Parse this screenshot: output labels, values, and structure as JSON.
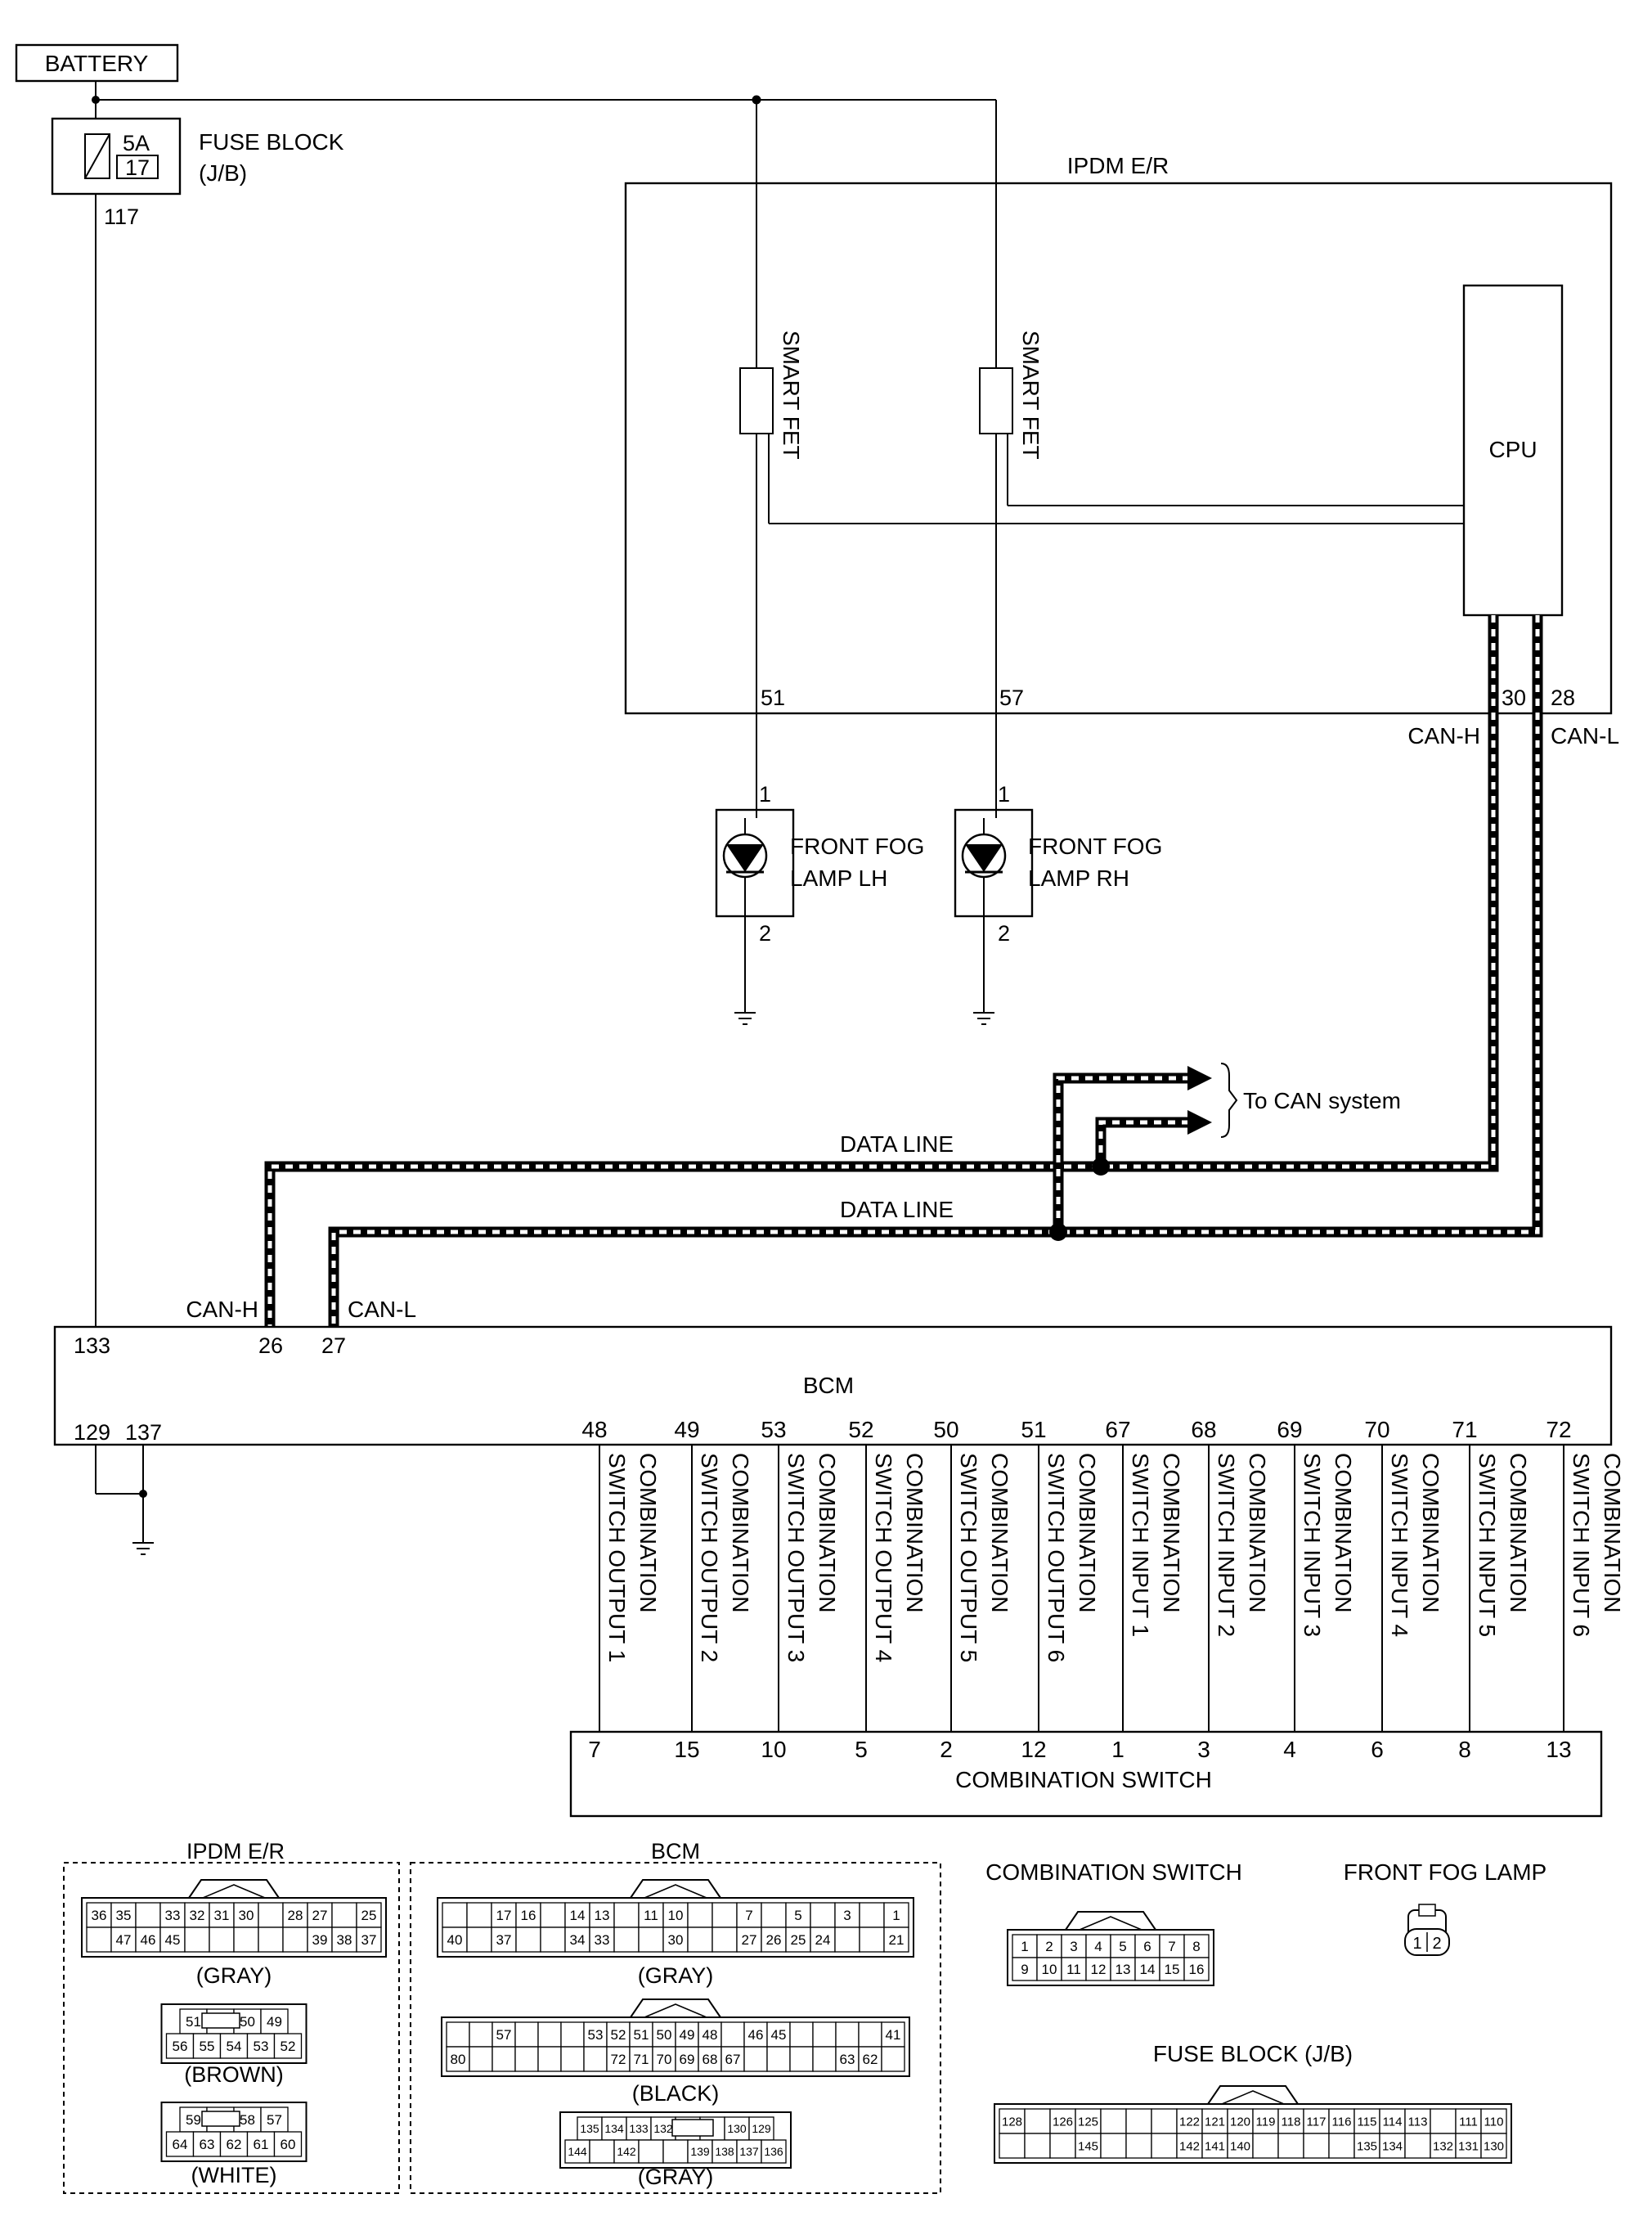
{
  "power": {
    "battery": "BATTERY",
    "fuse_amp": "5A",
    "fuse_number": "17",
    "fuse_block": "FUSE BLOCK",
    "fuse_block_sub": "(J/B)",
    "fuse_terminal": "117"
  },
  "ipdm": {
    "title": "IPDM E/R",
    "smart_fet": "SMART FET",
    "cpu": "CPU",
    "term_51": "51",
    "term_57": "57",
    "term_30": "30",
    "term_28": "28",
    "can_h": "CAN-H",
    "can_l": "CAN-L"
  },
  "lamps": {
    "lh_line1": "FRONT FOG",
    "lh_line2": "LAMP LH",
    "rh_line1": "FRONT FOG",
    "rh_line2": "LAMP RH",
    "pin1": "1",
    "pin2": "2"
  },
  "can": {
    "to_can": "To CAN system",
    "data_line": "DATA LINE"
  },
  "bcm": {
    "title": "BCM",
    "term_133": "133",
    "term_26": "26",
    "term_27": "27",
    "term_129": "129",
    "term_137": "137",
    "can_h": "CAN-H",
    "can_l": "CAN-L",
    "wires": [
      {
        "bcm": "48",
        "line1": "COMBINATION",
        "line2": "SWITCH OUTPUT 1",
        "sw": "7"
      },
      {
        "bcm": "49",
        "line1": "COMBINATION",
        "line2": "SWITCH OUTPUT 2",
        "sw": "15"
      },
      {
        "bcm": "53",
        "line1": "COMBINATION",
        "line2": "SWITCH OUTPUT 3",
        "sw": "10"
      },
      {
        "bcm": "52",
        "line1": "COMBINATION",
        "line2": "SWITCH OUTPUT 4",
        "sw": "5"
      },
      {
        "bcm": "50",
        "line1": "COMBINATION",
        "line2": "SWITCH OUTPUT 5",
        "sw": "2"
      },
      {
        "bcm": "51",
        "line1": "COMBINATION",
        "line2": "SWITCH OUTPUT 6",
        "sw": "12"
      },
      {
        "bcm": "67",
        "line1": "COMBINATION",
        "line2": "SWITCH INPUT 1",
        "sw": "1"
      },
      {
        "bcm": "68",
        "line1": "COMBINATION",
        "line2": "SWITCH INPUT 2",
        "sw": "3"
      },
      {
        "bcm": "69",
        "line1": "COMBINATION",
        "line2": "SWITCH INPUT 3",
        "sw": "4"
      },
      {
        "bcm": "70",
        "line1": "COMBINATION",
        "line2": "SWITCH INPUT 4",
        "sw": "6"
      },
      {
        "bcm": "71",
        "line1": "COMBINATION",
        "line2": "SWITCH INPUT 5",
        "sw": "8"
      },
      {
        "bcm": "72",
        "line1": "COMBINATION",
        "line2": "SWITCH INPUT 6",
        "sw": "13"
      }
    ]
  },
  "combination_switch": {
    "title": "COMBINATION SWITCH"
  },
  "connectors": {
    "ipdm_title": "IPDM E/R",
    "bcm_title": "BCM",
    "comb_title": "COMBINATION SWITCH",
    "fog_title": "FRONT FOG LAMP",
    "fuse_title": "FUSE BLOCK (J/B)",
    "gray": "(GRAY)",
    "brown": "(BROWN)",
    "white": "(WHITE)",
    "black": "(BLACK)",
    "ipdm_gray": {
      "top": [
        "36",
        "35",
        "",
        "33",
        "32",
        "31",
        "30",
        "",
        "28",
        "27",
        "",
        "25"
      ],
      "bottom": [
        "",
        "47",
        "46",
        "45",
        "",
        "",
        "",
        "",
        "",
        "39",
        "38",
        "37"
      ]
    },
    "ipdm_brown": {
      "top": [
        "51",
        "",
        "50",
        "49"
      ],
      "bottom": [
        "56",
        "55",
        "54",
        "53",
        "52"
      ]
    },
    "ipdm_white": {
      "top": [
        "59",
        "",
        "58",
        "57"
      ],
      "bottom": [
        "64",
        "63",
        "62",
        "61",
        "60"
      ]
    },
    "bcm_gray1": {
      "top": [
        "",
        "",
        "17",
        "16",
        "",
        "14",
        "13",
        "",
        "11",
        "10",
        "",
        "",
        "7",
        "",
        "5",
        "",
        "3",
        "",
        "1"
      ],
      "bottom": [
        "40",
        "",
        "37",
        "",
        "",
        "34",
        "33",
        "",
        "",
        "30",
        "",
        "",
        "27",
        "26",
        "25",
        "24",
        "",
        "",
        "21"
      ]
    },
    "bcm_black": {
      "top": [
        "",
        "",
        "57",
        "",
        "",
        "",
        "53",
        "52",
        "51",
        "50",
        "49",
        "48",
        "",
        "46",
        "45",
        "",
        "",
        "",
        "",
        "41"
      ],
      "bottom": [
        "80",
        "",
        "",
        "",
        "",
        "",
        "",
        "72",
        "71",
        "70",
        "69",
        "68",
        "67",
        "",
        "",
        "",
        "",
        "63",
        "62",
        ""
      ]
    },
    "bcm_gray2": {
      "top": [
        "135",
        "134",
        "133",
        "132",
        "",
        "",
        "130",
        "129"
      ],
      "bottom": [
        "144",
        "",
        "142",
        "",
        "",
        "139",
        "138",
        "137",
        "136"
      ]
    },
    "comb": {
      "top": [
        "1",
        "2",
        "3",
        "4",
        "5",
        "6",
        "7",
        "8"
      ],
      "bottom": [
        "9",
        "10",
        "11",
        "12",
        "13",
        "14",
        "15",
        "16"
      ]
    },
    "fog": [
      "1",
      "2"
    ],
    "fuse": {
      "top": [
        "128",
        "",
        "126",
        "125",
        "",
        "",
        "",
        "122",
        "121",
        "120",
        "119",
        "118",
        "117",
        "116",
        "115",
        "114",
        "113",
        "",
        "111",
        "110"
      ],
      "bottom": [
        "",
        "",
        "",
        "145",
        "",
        "",
        "",
        "142",
        "141",
        "140",
        "",
        "",
        "",
        "",
        "135",
        "134",
        "",
        "132",
        "131",
        "130"
      ]
    }
  }
}
